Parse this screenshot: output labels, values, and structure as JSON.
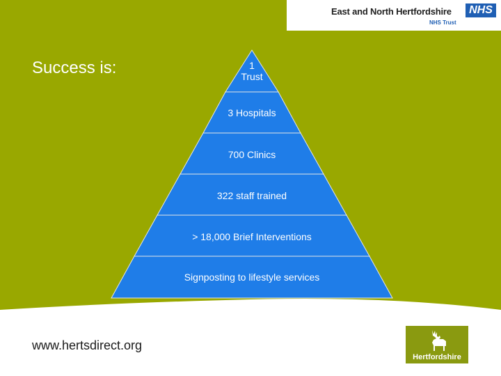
{
  "header": {
    "org_name": "East and North Hertfordshire",
    "nhs_badge": "NHS",
    "nhs_trust": "NHS Trust"
  },
  "slide": {
    "title": "Success is:",
    "pyramid": [
      {
        "line1": "1",
        "line2": "Trust"
      },
      {
        "label": "3 Hospitals"
      },
      {
        "label": "700 Clinics"
      },
      {
        "label": "322 staff trained"
      },
      {
        "label": "> 18,000 Brief Interventions"
      },
      {
        "label": "Signposting to lifestyle services"
      }
    ]
  },
  "footer": {
    "url": "www.hertsdirect.org",
    "county_logo_text": "Hertfordshire"
  },
  "colors": {
    "olive_background": "#99a800",
    "pyramid_fill": "#1f7de8",
    "pyramid_stroke": "#e6e6e6"
  }
}
